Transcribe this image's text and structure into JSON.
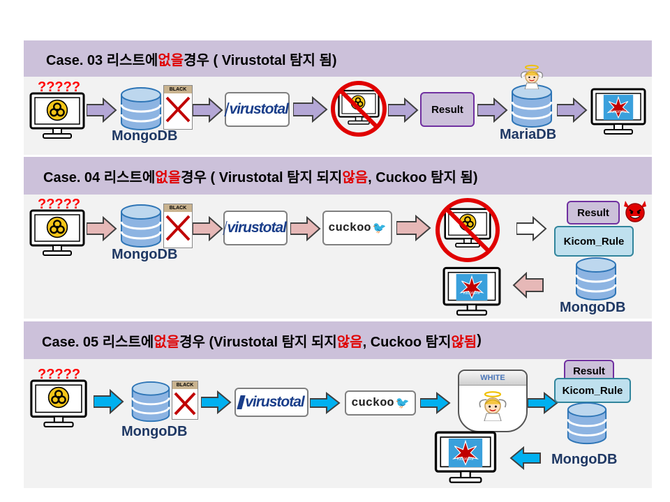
{
  "cases": [
    {
      "header": {
        "part1": "Case. 03 리스트에 ",
        "red1": "없을",
        "part2": " 경우 ( Virustotal 탐지 됨)",
        "red2": "",
        "part3": "",
        "red3": "",
        "part4": ""
      },
      "question": "?????",
      "db1": "MongoDB",
      "blacklist": "BLACK",
      "virustotal": "virustotal",
      "result": "Result",
      "db2": "MariaDB",
      "kicom_av": "KicomAV",
      "arrow_color": "#b4a7d6"
    },
    {
      "header": {
        "part1": "Case. 04 리스트에 ",
        "red1": "없을",
        "part2": " 경우 ( Virustotal 탐지 되지 ",
        "red2": "않음",
        "part3": ", Cuckoo 탐지 됨)",
        "red3": "",
        "part4": ""
      },
      "question": "?????",
      "db1": "MongoDB",
      "blacklist": "BLACK",
      "virustotal": "virustotal",
      "cuckoo": "cuckoo",
      "result": "Result",
      "kicom_rule": "Kicom_Rule",
      "db2": "MongoDB",
      "kicom_av": "KicomAV",
      "arrow_color": "#e6b8b7"
    },
    {
      "header": {
        "part1": "Case. 05 리스트에 ",
        "red1": "없을",
        "part2": " 경우 (Virustotal 탐지 되지 ",
        "red2": "않음",
        "part3": ", Cuckoo 탐지 ",
        "red3": "않됨",
        "part4": ")"
      },
      "question": "?????",
      "db1": "MongoDB",
      "blacklist": "BLACK",
      "whitelist": "WHITE",
      "virustotal": "virustotal",
      "cuckoo": "cuckoo",
      "result": "Result",
      "kicom_rule": "Kicom_Rule",
      "db2": "MongoDB",
      "kicom_av": "KicomAV",
      "arrow_color": "#00b0f0"
    }
  ]
}
